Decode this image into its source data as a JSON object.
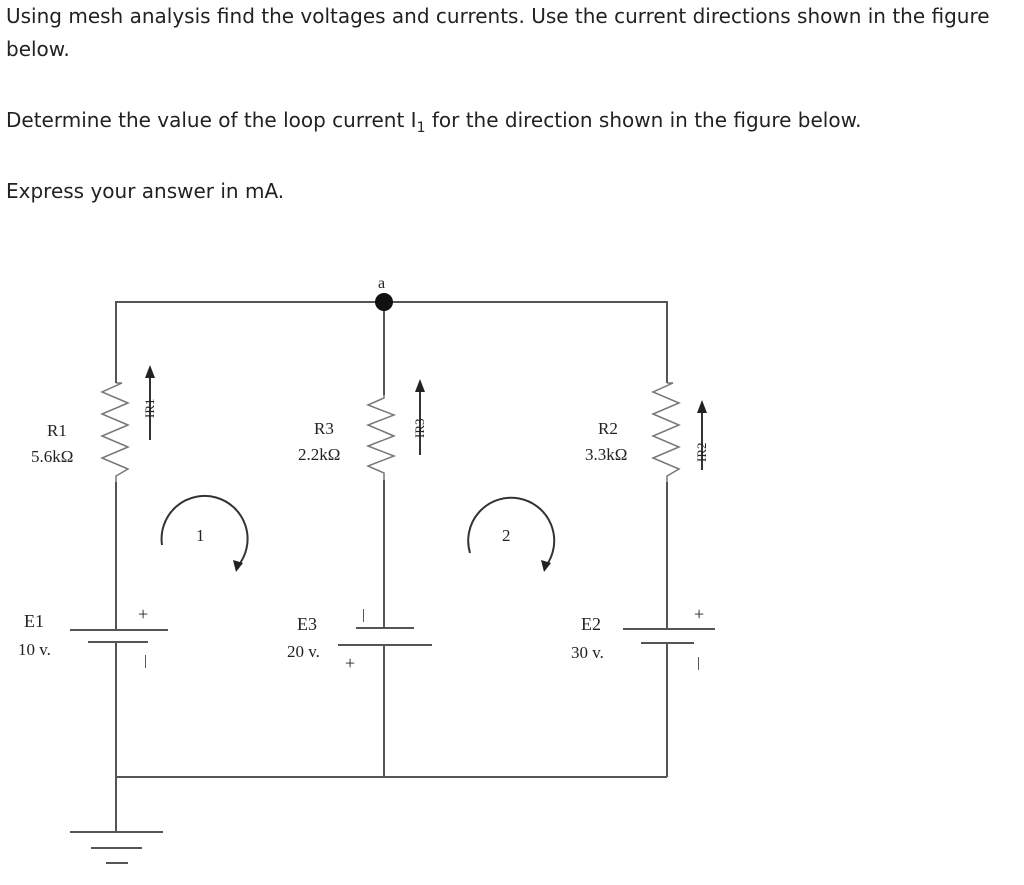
{
  "question": {
    "line1": "Using mesh analysis find the voltages and currents. Use the current directions shown in the figure below.",
    "line2_before": "Determine the value of the loop current ",
    "line2_var": "I",
    "line2_sub": "1",
    "line2_after": " for the direction shown in the figure below.",
    "line3": "Express your answer in mA."
  },
  "circuit": {
    "node_a": "a",
    "r1_name": "R1",
    "r1_value": "5.6kΩ",
    "ir1": "IR1",
    "r3_name": "R3",
    "r3_value": "2.2kΩ",
    "ir3": "IR3",
    "r2_name": "R2",
    "r2_value": "3.3kΩ",
    "ir2": "IR2",
    "e1_name": "E1",
    "e1_value": "10 v.",
    "e3_name": "E3",
    "e3_value": "20 v.",
    "e2_name": "E2",
    "e2_value": "30 v.",
    "loop1": "1",
    "loop2": "2",
    "plus": "+",
    "minus": "|"
  }
}
